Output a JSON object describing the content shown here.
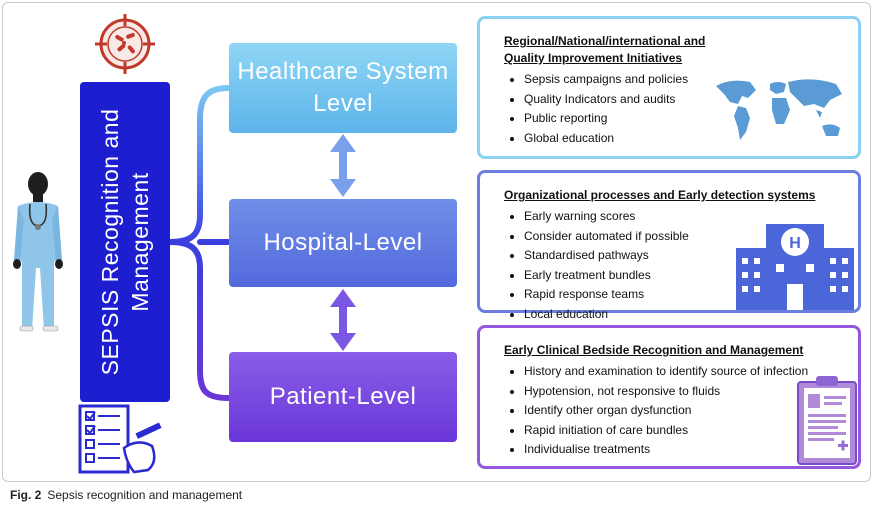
{
  "sepsis_label": "SEPSIS Recognition and Management",
  "levels": {
    "healthcare": "Healthcare System Level",
    "hospital": "Hospital-Level",
    "patient": "Patient-Level"
  },
  "panels": [
    {
      "title": "Regional/National/international and Quality Improvement Initiatives",
      "items": [
        "Sepsis campaigns and policies",
        "Quality Indicators and audits",
        "Public reporting",
        "Global education"
      ]
    },
    {
      "title": "Organizational processes and Early detection systems",
      "items": [
        "Early warning scores",
        "Consider automated if possible",
        "Standardised pathways",
        "Early treatment bundles",
        "Rapid response teams",
        "Local education"
      ]
    },
    {
      "title": "Early Clinical Bedside Recognition and Management",
      "items": [
        "History and examination to identify source of infection",
        "Hypotension, not responsive to fluids",
        "Identify other organ dysfunction",
        "Rapid initiation of care bundles",
        "Individualise treatments"
      ]
    }
  ],
  "caption": {
    "label": "Fig. 2",
    "text": "Sepsis recognition and management"
  },
  "icons": {
    "target": "bacteria-target-icon",
    "doctor": "doctor-figure-icon",
    "checklist": "checklist-icon",
    "map": "world-map-icon",
    "hospital": "hospital-building-icon",
    "clipboard": "clipboard-icon"
  },
  "colors": {
    "sepsis_box": "#1d1ecf",
    "healthcare": "#6ec2ef",
    "hospital": "#5f78e2",
    "patient": "#7848dc"
  }
}
